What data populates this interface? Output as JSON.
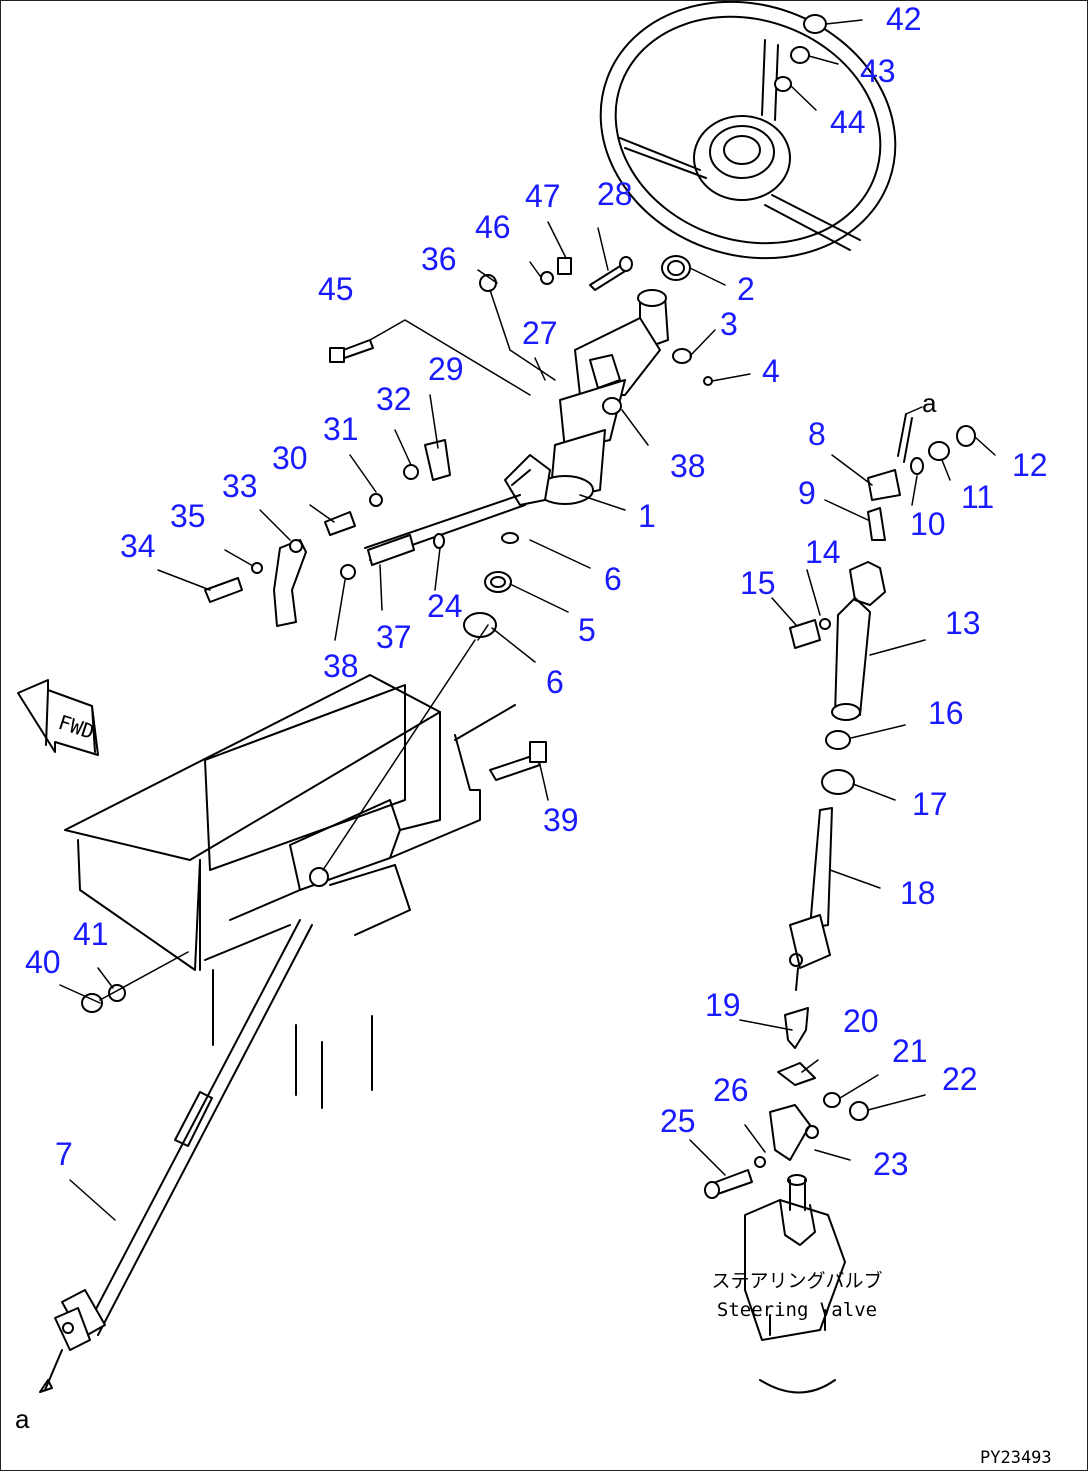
{
  "drawing": {
    "drawing_code": "PY23493",
    "fwd_label": "FWD",
    "connection_letter": "a",
    "valve_label_jp": "ステアリングバルブ",
    "valve_label_en": "Steering Valve"
  },
  "callouts": [
    "1",
    "2",
    "3",
    "4",
    "5",
    "6",
    "6",
    "7",
    "8",
    "9",
    "10",
    "11",
    "12",
    "13",
    "14",
    "15",
    "16",
    "17",
    "18",
    "19",
    "20",
    "21",
    "22",
    "23",
    "24",
    "25",
    "26",
    "27",
    "28",
    "29",
    "30",
    "31",
    "32",
    "33",
    "34",
    "35",
    "36",
    "37",
    "38",
    "38",
    "39",
    "40",
    "41",
    "42",
    "43",
    "44",
    "45",
    "46",
    "47"
  ],
  "colors": {
    "callout": "#1a1aff",
    "lines": "#000000",
    "background": "#ffffff"
  }
}
